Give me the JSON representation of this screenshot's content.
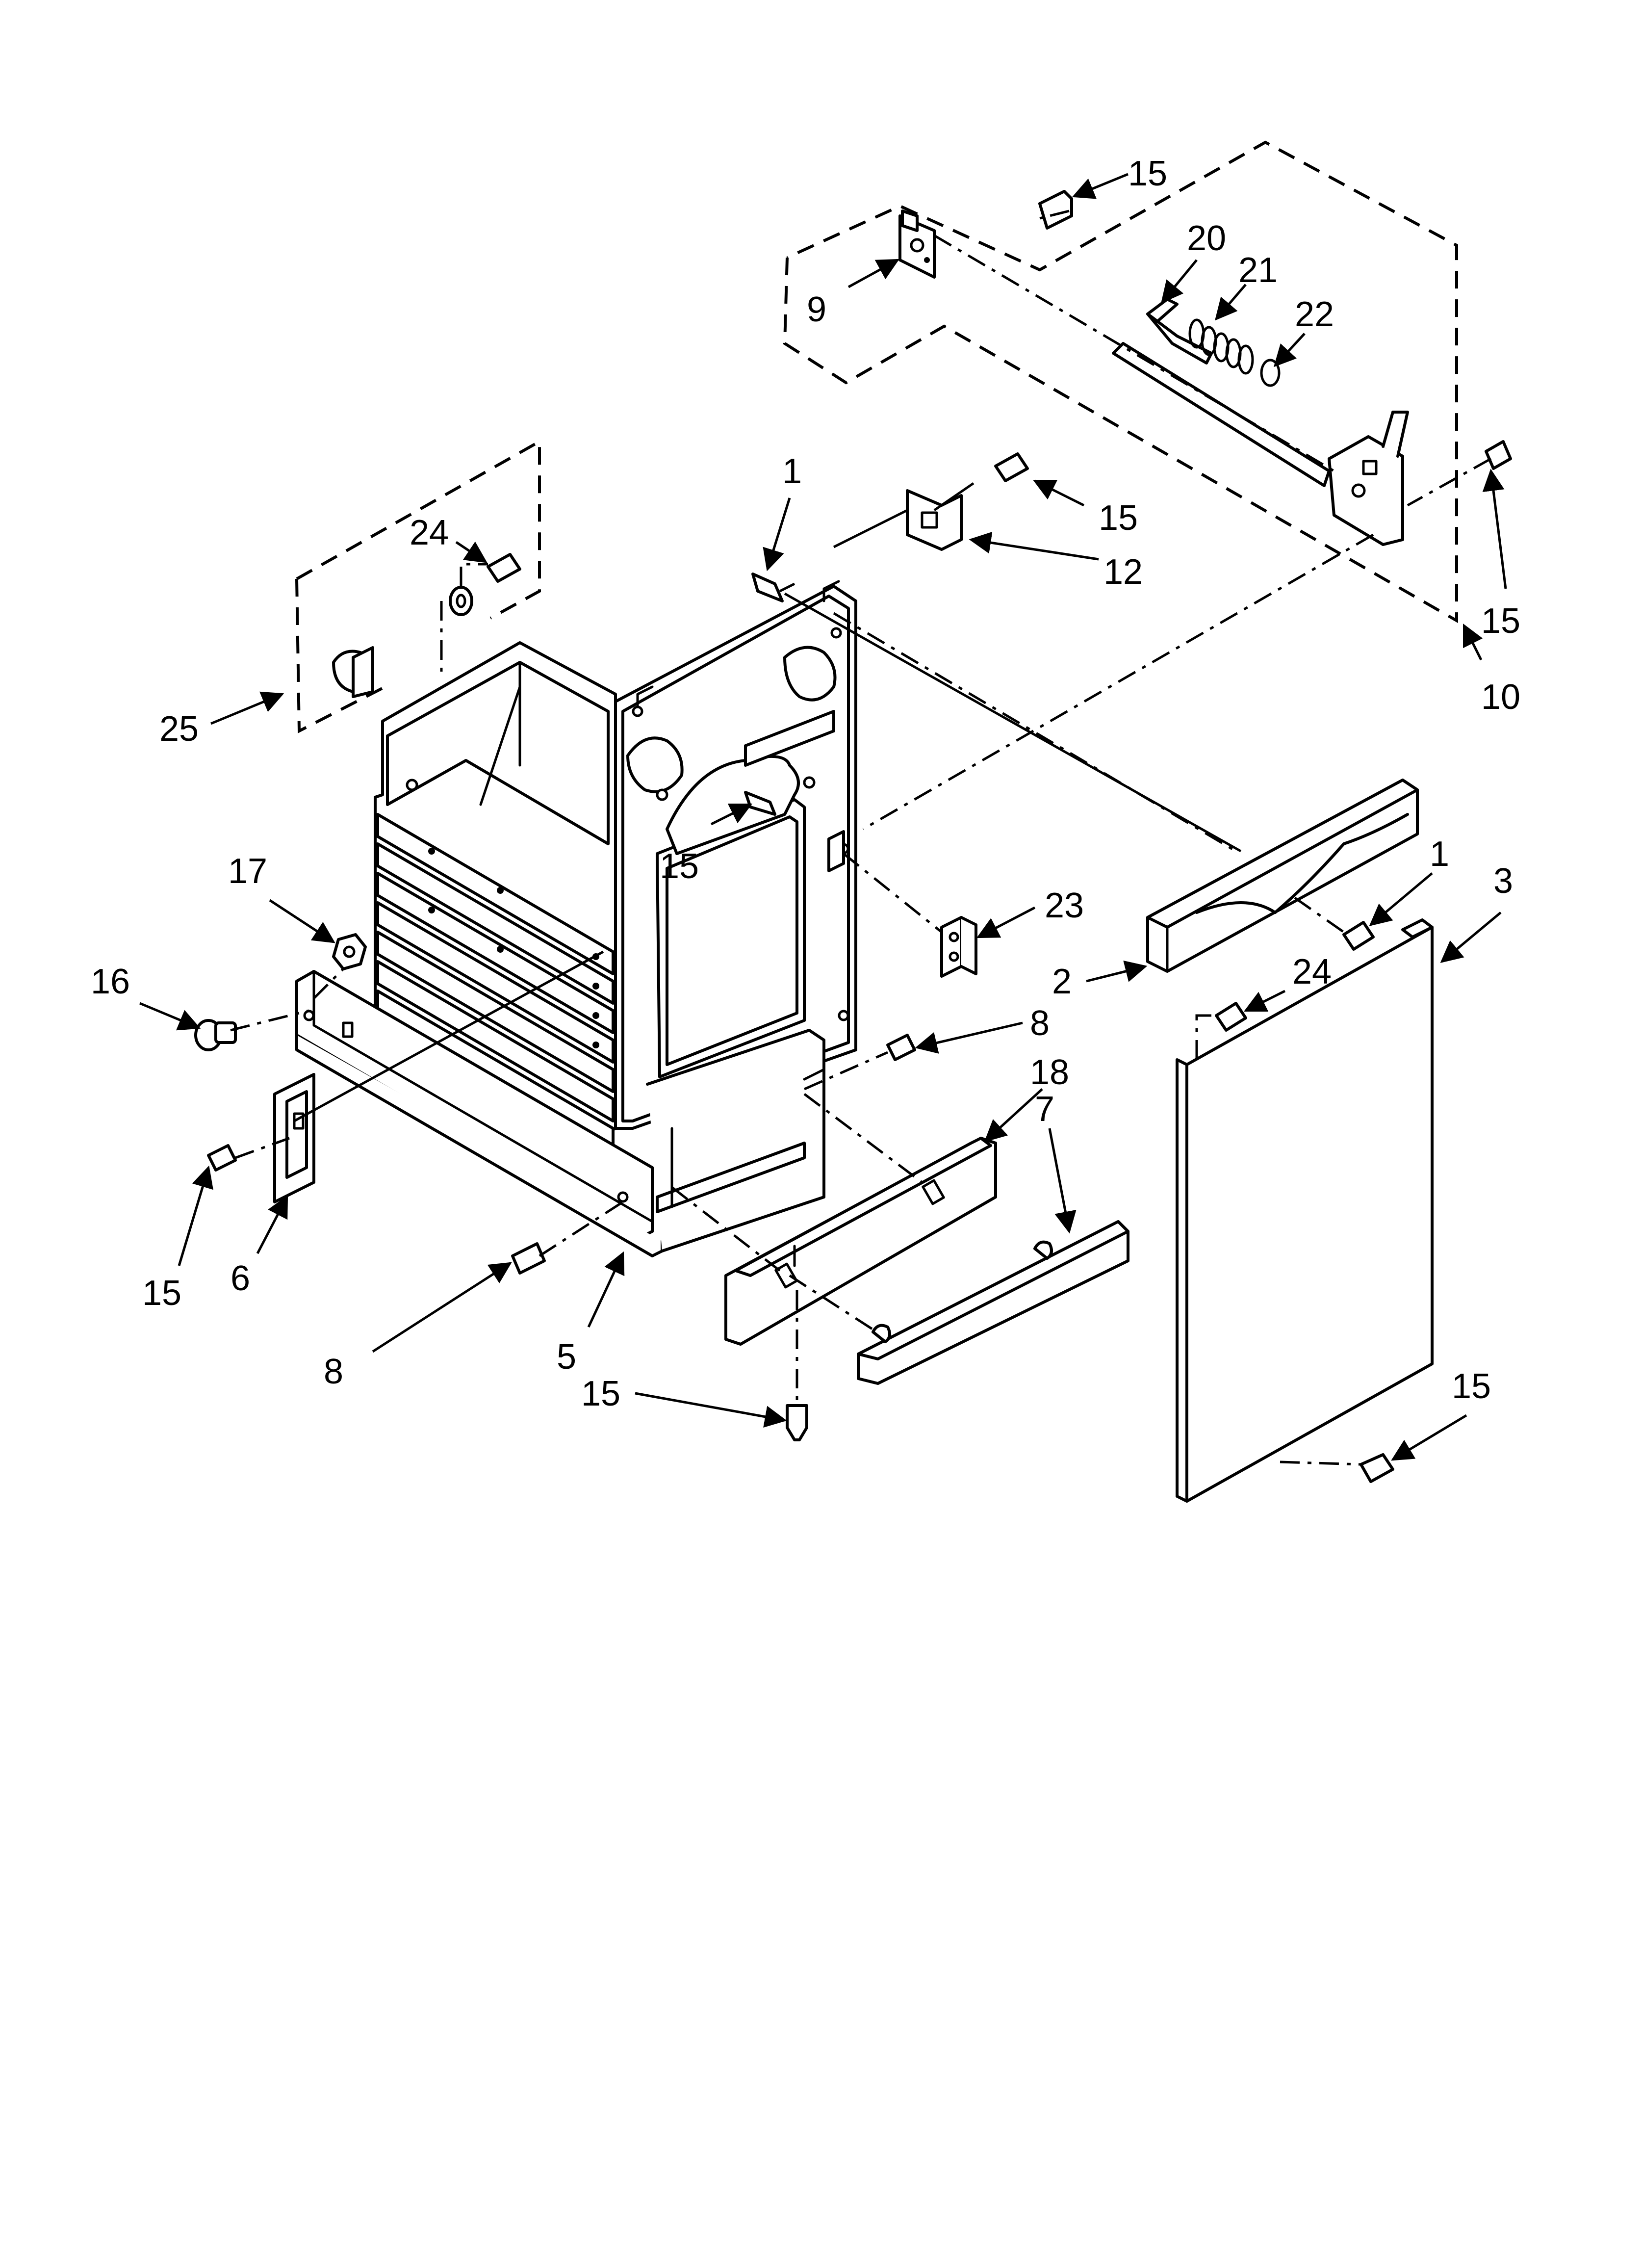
{
  "diagram": {
    "type": "exploded-parts-view",
    "callouts": [
      "15",
      "20",
      "21",
      "22",
      "9",
      "1",
      "15",
      "12",
      "15",
      "10",
      "24",
      "25",
      "15",
      "23",
      "1",
      "3",
      "17",
      "2",
      "24",
      "16",
      "8",
      "18",
      "7",
      "15",
      "6",
      "8",
      "5",
      "15",
      "15"
    ]
  },
  "colors": {
    "line": "#000000",
    "background": "#ffffff"
  }
}
